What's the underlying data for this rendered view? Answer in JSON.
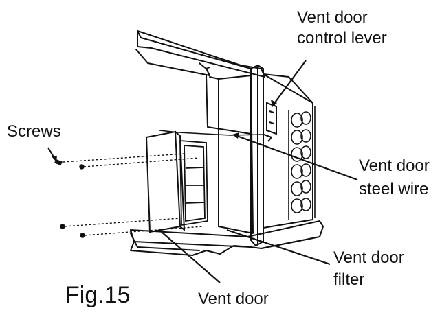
{
  "labels": {
    "control_lever_line1": "Vent door",
    "control_lever_line2": "control lever",
    "screws": "Screws",
    "steel_wire_line1": "Vent door",
    "steel_wire_line2": "steel wire",
    "filter_line1": "Vent door",
    "filter_line2": "filter",
    "vent_door": "Vent door",
    "figure": "Fig.15"
  },
  "colors": {
    "ink": "#111111",
    "paper": "#ffffff"
  }
}
